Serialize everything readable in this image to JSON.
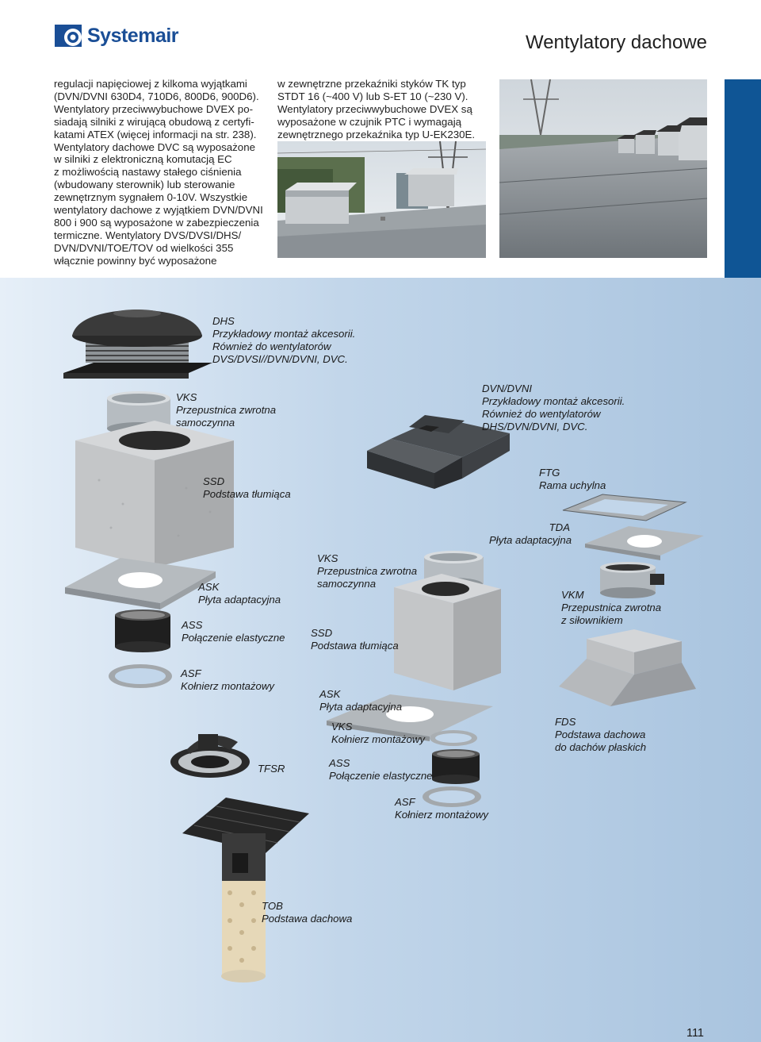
{
  "header": {
    "brand": "Systemair",
    "title": "Wentylatory dachowe"
  },
  "colors": {
    "brand_blue": "#1a4e96",
    "tab_blue": "#0f5595",
    "diagram_bg": "#b8d0e7"
  },
  "intro": {
    "column1": [
      "regulacji napięciowej z kilkoma wyjątkami",
      "(DVN/DVNI 630D4, 710D6, 800D6, 900D6).",
      "Wentylatory przeciwwybuchowe DVEX po-",
      "siadają silniki z wirującą obudową z certyfi-",
      "katami ATEX (więcej informacji na str. 238).",
      "Wentylatory dachowe DVC są wyposażone",
      "w silniki z elektroniczną komutacją EC",
      "z możliwością nastawy stałego ciśnienia",
      "(wbudowany sterownik) lub sterowanie",
      "zewnętrznym sygnałem 0-10V. Wszystkie",
      "wentylatory dachowe z wyjątkiem DVN/DVNI",
      "800 i 900 są wyposażone w zabezpieczenia",
      "termiczne. Wentylatory DVS/DVSI/DHS/",
      "DVN/DVNI/TOE/TOV od wielkości 355",
      "włącznie powinny być wyposażone"
    ],
    "column2": [
      "w zewnętrzne przekaźniki styków TK typ",
      "STDT 16 (~400 V) lub S-ET 10 (~230 V).",
      "Wentylatory przeciwwybuchowe DVEX są",
      "wyposażone w czujnik PTC i wymagają",
      "zewnętrznego przekaźnika typ U-EK230E."
    ]
  },
  "labels": {
    "dhs": [
      "DHS",
      "Przykładowy montaż akcesorii.",
      "Również do wentylatorów",
      "DVS/DVSI//DVN/DVNI, DVC."
    ],
    "vks_left": [
      "VKS",
      "Przepustnica zwrotna",
      "samoczynna"
    ],
    "dvn": [
      "DVN/DVNI",
      "Przykładowy montaż akcesorii.",
      "Również do wentylatorów",
      "DHS/DVN/DVNI, DVC."
    ],
    "ssd_left": [
      "SSD",
      "Podstawa tłumiąca"
    ],
    "ftg": [
      "FTG",
      "Rama uchylna"
    ],
    "tda": [
      "TDA",
      "Płyta adaptacyjna"
    ],
    "vks_mid": [
      "VKS",
      "Przepustnica zwrotna",
      "samoczynna"
    ],
    "ask_left": [
      "ASK",
      "Płyta adaptacyjna"
    ],
    "vkm": [
      "VKM",
      "Przepustnica zwrotna",
      "z siłownikiem"
    ],
    "ass_left": [
      "ASS",
      "Połączenie elastyczne"
    ],
    "ssd_mid": [
      "SSD",
      "Podstawa tłumiąca"
    ],
    "asf_left": [
      "ASF",
      "Kołnierz montażowy"
    ],
    "ask_mid": [
      "ASK",
      "Płyta adaptacyjna"
    ],
    "fds": [
      "FDS",
      "Podstawa dachowa",
      "do dachów płaskich"
    ],
    "vks_flange": [
      "VKS",
      "Kołnierz montażowy"
    ],
    "tfsr": [
      "TFSR"
    ],
    "ass_mid": [
      "ASS",
      "Połączenie elastyczne"
    ],
    "asf_mid": [
      "ASF",
      "Kołnierz montażowy"
    ],
    "tob": [
      "TOB",
      "Podstawa dachowa"
    ]
  },
  "page_number": "111"
}
